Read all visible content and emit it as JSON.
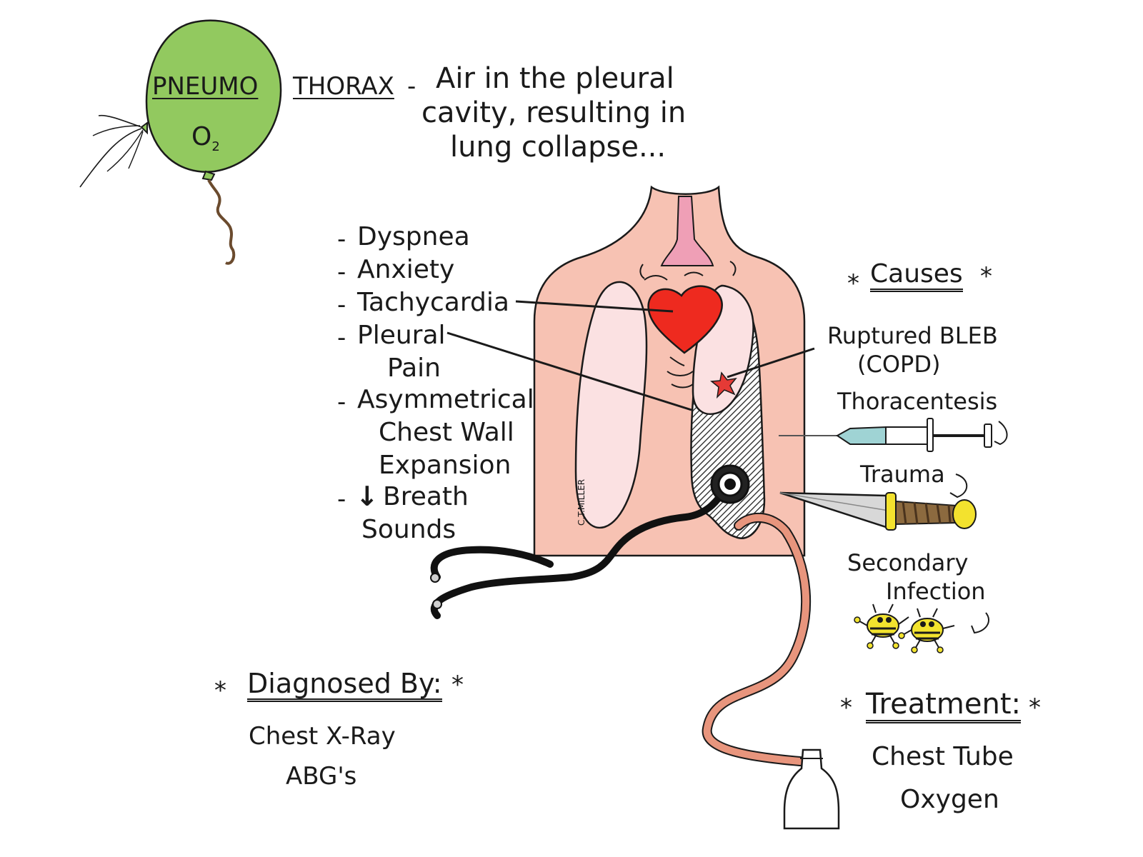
{
  "title": {
    "word1": "PNEUMO",
    "word2": "THORAX",
    "dash": "-",
    "definition_lines": [
      "Air in the pleural",
      "cavity, resulting in",
      "lung collapse..."
    ]
  },
  "balloon": {
    "gas_main": "O",
    "gas_sub": "2",
    "color": "#92c95f"
  },
  "symptoms": [
    {
      "dash": "-",
      "lines": [
        "Dyspnea"
      ]
    },
    {
      "dash": "-",
      "lines": [
        "Anxiety"
      ]
    },
    {
      "dash": "-",
      "lines": [
        "Tachycardia"
      ]
    },
    {
      "dash": "-",
      "lines": [
        "Pleural",
        "Pain"
      ]
    },
    {
      "dash": "-",
      "lines": [
        "Asymmetrical",
        "Chest Wall",
        "Expansion"
      ]
    },
    {
      "dash": "-",
      "arrow": "↓",
      "lines": [
        "Breath",
        "Sounds"
      ]
    }
  ],
  "causes": {
    "heading": "Causes",
    "star": "*",
    "items": [
      {
        "lines": [
          "Ruptured BLEB",
          "(COPD)"
        ]
      },
      {
        "lines": [
          "Thoracentesis"
        ]
      },
      {
        "lines": [
          "Trauma"
        ]
      },
      {
        "lines": [
          "Secondary",
          "Infection"
        ]
      }
    ]
  },
  "diagnosed": {
    "heading": "Diagnosed By:",
    "star": "*",
    "items": [
      "Chest X-Ray",
      "ABG's"
    ]
  },
  "treatment": {
    "heading": "Treatment:",
    "star": "*",
    "items": [
      "Chest Tube",
      "Oxygen"
    ]
  },
  "signature": "C.T.MILLER",
  "colors": {
    "skin": "#f7c2b3",
    "trachea": "#ef9fb6",
    "lung": "#fbe1e2",
    "heart": "#ee2a1f",
    "syringe": "#9fd3d4",
    "knife_handle": "#8c6a3f",
    "knife_guard": "#f3e22e",
    "tube": "#e8957d",
    "germ": "#f2e32e"
  }
}
